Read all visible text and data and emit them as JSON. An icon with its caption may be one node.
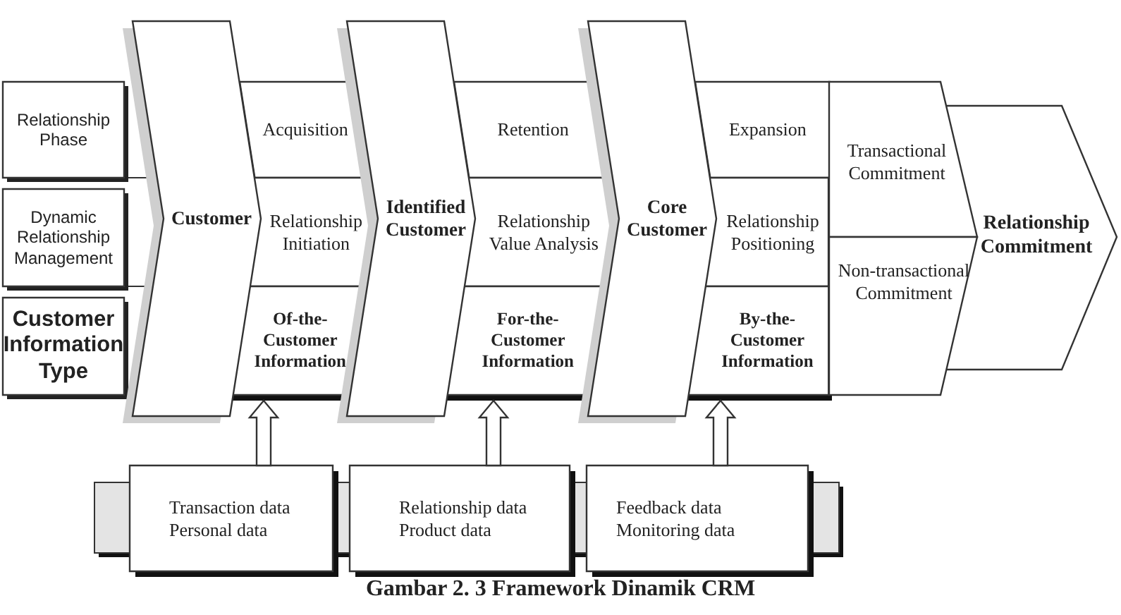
{
  "diagram": {
    "caption": "Gambar 2. 3 Framework Dinamik CRM",
    "nodes": [
      {
        "text": [
          "Relationship Phase"
        ]
      },
      {
        "text": [
          "Dynamic Relationship Management"
        ]
      },
      {
        "text": [
          "Customer Information Type"
        ]
      },
      {
        "text": [
          "Customer"
        ]
      },
      {
        "text": [
          "Acquisition"
        ]
      },
      {
        "text": [
          "Relationship Initiation"
        ]
      },
      {
        "text": [
          "Of-the-Customer Information"
        ]
      },
      {
        "text": [
          "Identified Customer"
        ]
      },
      {
        "text": [
          "Retention"
        ]
      },
      {
        "text": [
          "Relationship Value Analysis"
        ]
      },
      {
        "text": [
          "For-the-Customer Information"
        ]
      },
      {
        "text": [
          "Core Customer"
        ]
      },
      {
        "text": [
          "Expansion"
        ]
      },
      {
        "text": [
          "Relationship Positioning"
        ]
      },
      {
        "text": [
          "By-the-Customer Information"
        ]
      },
      {
        "text": [
          "Transactional Commitment"
        ]
      },
      {
        "text": [
          "Non-transactional Commitment"
        ]
      },
      {
        "text": [
          "Relationship Commitment"
        ]
      },
      {
        "text": [
          "Transaction data",
          "Personal data"
        ]
      },
      {
        "text": [
          "Relationship data",
          "Product data"
        ]
      },
      {
        "text": [
          "Feedback data",
          "Monitoring data"
        ]
      }
    ],
    "edges": [
      {
        "from": 18,
        "to": 6,
        "arrow": "to",
        "style": "thick"
      },
      {
        "from": 19,
        "to": 10,
        "arrow": "to",
        "style": "thick"
      },
      {
        "from": 20,
        "to": 14,
        "arrow": "to",
        "style": "thick"
      }
    ]
  }
}
